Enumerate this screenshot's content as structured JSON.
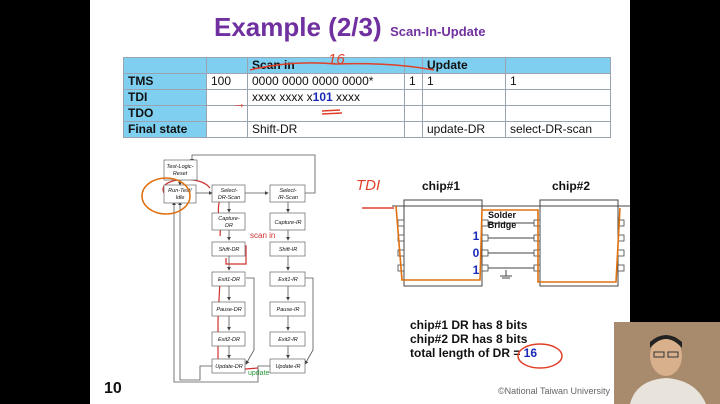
{
  "title": {
    "main": "Example (2/3)",
    "sub": "Scan-In-Update"
  },
  "table": {
    "headers": [
      "",
      "",
      "Scan in",
      "",
      "Update",
      ""
    ],
    "rows": [
      {
        "label": "TMS",
        "c1": "100",
        "c2": "0000 0000 0000 0000*",
        "c3": "1",
        "c4": "1",
        "c5": "1"
      },
      {
        "label": "TDI",
        "c1": "",
        "c2_pre": "xxxx  xxxx  x",
        "c2_hl": "101",
        "c2_post": " xxxx",
        "c3": "",
        "c4": "",
        "c5": ""
      },
      {
        "label": "TDO",
        "c1": "",
        "c2": "",
        "c3": "",
        "c4": "",
        "c5": ""
      },
      {
        "label": "Final state",
        "c1": "",
        "c2": "Shift-DR",
        "c3": "",
        "c4": "update-DR",
        "c5": "select-DR-scan"
      }
    ]
  },
  "annotations": {
    "sixteen": "16",
    "tdi": "TDI",
    "scan_in": "scan in",
    "update": "update",
    "arrow": "→"
  },
  "fsm": {
    "states": {
      "reset": [
        "Test-Logic-",
        "Reset"
      ],
      "idle": [
        "Run-Test/",
        "Idle"
      ],
      "sel_dr": [
        "Select-",
        "DR-Scan"
      ],
      "sel_ir": [
        "Select-",
        "IR-Scan"
      ],
      "cap_dr": [
        "Capture-",
        "DR"
      ],
      "cap_ir": [
        "Capture-IR"
      ],
      "shift_dr": [
        "Shift-DR"
      ],
      "shift_ir": [
        "Shift-IR"
      ],
      "exit1_dr": [
        "Exit1-DR"
      ],
      "exit1_ir": [
        "Exit1-IR"
      ],
      "pause_dr": [
        "Pause-DR"
      ],
      "pause_ir": [
        "Pause-IR"
      ],
      "exit2_dr": [
        "Exit2-DR"
      ],
      "exit2_ir": [
        "Exit2-IR"
      ],
      "upd_dr": [
        "Update-DR"
      ],
      "upd_ir": [
        "Update-IR"
      ]
    }
  },
  "chips": {
    "chip1": "chip#1",
    "chip2": "chip#2",
    "bridge": [
      "Solder",
      "Bridge"
    ],
    "bits": [
      "1",
      "0",
      "1"
    ]
  },
  "dr_note": {
    "line1": "chip#1 DR has 8 bits",
    "line2": "chip#2 DR has 8 bits",
    "line3": "total length of DR = ",
    "value": "16"
  },
  "page_number": "10",
  "footer": "©National Taiwan University",
  "colors": {
    "title": "#7030a0",
    "header_bg": "#7fd0f0",
    "highlight": "#1a2ab8",
    "annotation": "#e0402a",
    "path": "#e07010"
  }
}
